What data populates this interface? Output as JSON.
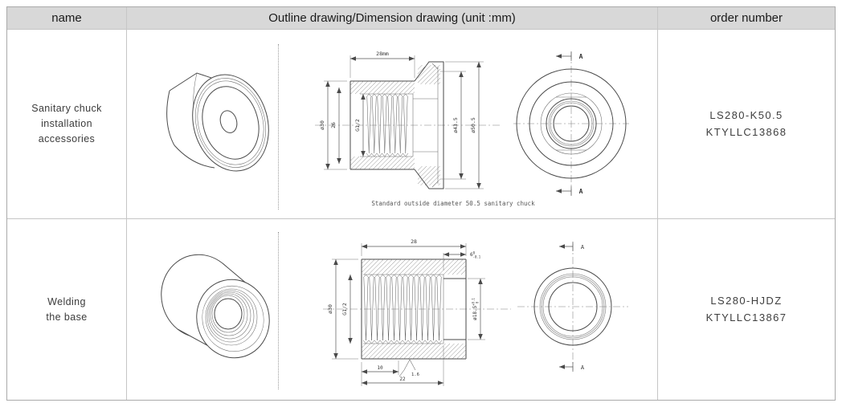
{
  "header": {
    "name": "name",
    "drawing": "Outline drawing/Dimension drawing (unit :mm)",
    "order": "order number"
  },
  "rows": [
    {
      "name_lines": [
        "Sanitary chuck",
        "installation",
        "accessories"
      ],
      "order_lines": [
        "LS280-K50.5",
        "KTYLLC13868"
      ],
      "caption": "Standard outside diameter 50.5 sanitary chuck",
      "dims": {
        "width": "28mm",
        "outer_dia": "ø30",
        "thread_len": "26",
        "thread": "G1/2",
        "groove_dia": "ø43.5",
        "flange_dia": "ø50.5",
        "section_label": "A"
      }
    },
    {
      "name_lines": [
        "Welding",
        "the base"
      ],
      "order_lines": [
        "LS280-HJDZ",
        "KTYLLC13867"
      ],
      "dims": {
        "width": "28",
        "weld_depth": "6",
        "weld_tol_sup": "0",
        "weld_tol_sub": "-0.1",
        "bore_dia": "ø18.5",
        "bore_tol_sup": "+0.1",
        "bore_tol_sub": "0",
        "outer_dia": "ø30",
        "thread": "G1/2",
        "hex_depth": "10",
        "thread_len": "22",
        "roughness": "1.6",
        "section_label": "A"
      }
    }
  ],
  "colors": {
    "header_bg": "#d8d8d8",
    "border": "#c6c6c6",
    "line": "#4a4a4a",
    "text": "#3b3b3b"
  }
}
